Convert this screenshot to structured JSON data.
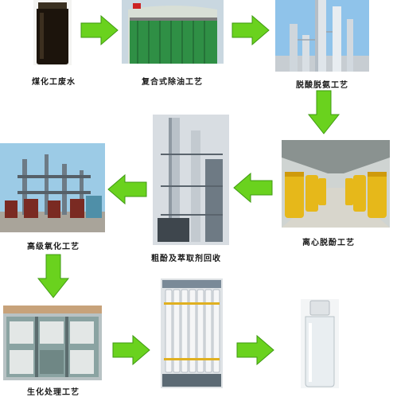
{
  "captions": {
    "s1": "煤化工废水",
    "s2": "复合式除油工艺",
    "s3": "脱酸脱氨工艺",
    "s4": "离心脱酚工艺",
    "s5": "粗酚及萃取剂回收",
    "s6": "高级氧化工艺",
    "s7": "生化处理工艺"
  },
  "arrow_color": "#6ad21e"
}
